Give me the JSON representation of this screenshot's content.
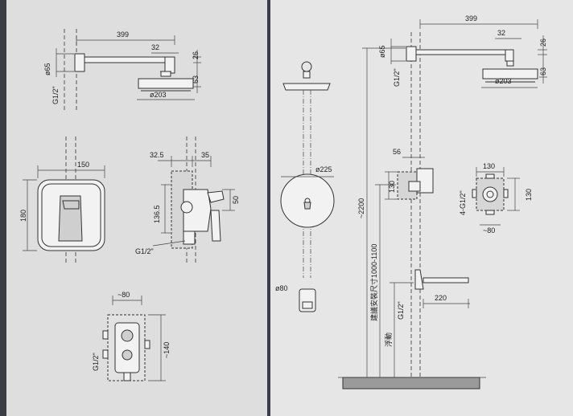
{
  "head_top": {
    "d399": "399",
    "d32": "32",
    "d26": "26",
    "d63": "63",
    "d65": "ø65",
    "g12": "G1/2\"",
    "d203": "ø203"
  },
  "cover": {
    "d150": "150",
    "d180": "180"
  },
  "valve_side": {
    "d325": "32.5",
    "d35": "35",
    "d50": "50",
    "d1365": "136.5",
    "g12": "G1/2\""
  },
  "box": {
    "d80": "~80",
    "d140": "~140",
    "g12": "G1/2\""
  },
  "front_view": {
    "d225": "ø225",
    "d80": "ø80"
  },
  "column": {
    "d399": "399",
    "d32": "32",
    "d26": "26",
    "d63": "63",
    "d65": "ø65",
    "g12a": "G1/2\"",
    "d203": "ø203",
    "d56": "56",
    "d130": "130",
    "d2200": "~2200",
    "install": "建議安裝尺寸1000-1100",
    "g12b": "G1/2\"",
    "float": "浮動",
    "d220": "220"
  },
  "inset": {
    "d130a": "130",
    "d130b": "130",
    "g4": "4-G1/2\"",
    "d80": "~80"
  }
}
